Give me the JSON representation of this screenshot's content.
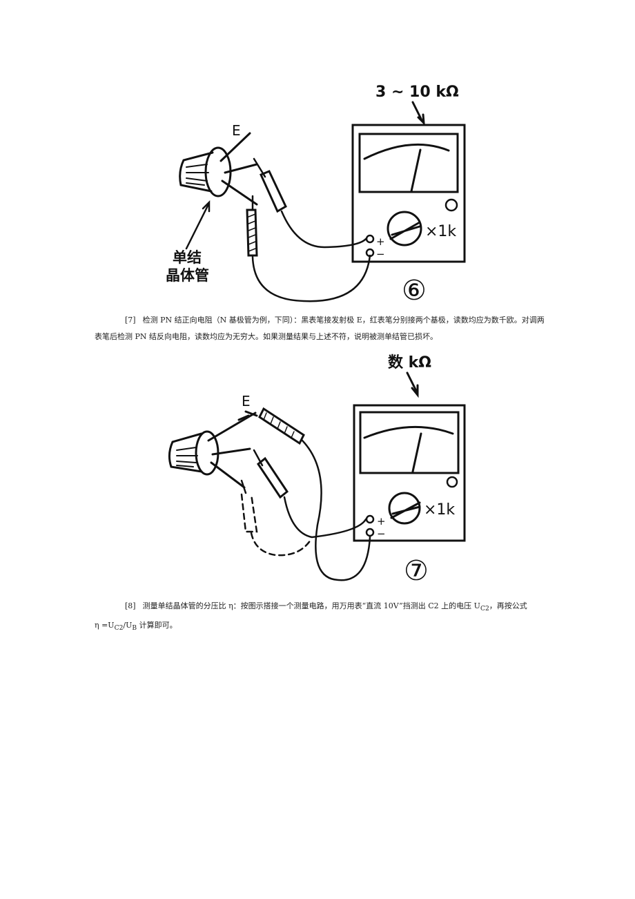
{
  "figure6": {
    "range_label": "3 ~ 10 kΩ",
    "emitter_label": "E",
    "device_label_line1": "单结",
    "device_label_line2": "晶体管",
    "multiplier_label": "×1k",
    "plus_label": "+",
    "minus_label": "−",
    "figure_number": "⑥"
  },
  "paragraph7": {
    "number": "[7]",
    "text": "检测 PN 结正向电阻（N 基极管为例，下同）：黑表笔接发射极 E，红表笔分别接两个基极，读数均应为数千欧。对调两表笔后检测 PN 结反向电阻，读数均应为无穷大。如果测量结果与上述不符，说明被测单结管已损坏。"
  },
  "figure7": {
    "range_label": "数 kΩ",
    "emitter_label": "E",
    "multiplier_label": "×1k",
    "plus_label": "+",
    "minus_label": "−",
    "figure_number": "⑦"
  },
  "paragraph8": {
    "number": "[8]",
    "text_a": "测量单结晶体管的分压比 η：按图示搭接一个测量电路，用万用表“直流 10V”挡测出 C2 上的电压 U",
    "sub_c2": "C2",
    "text_b": "，再按公式",
    "text_c": "η =U",
    "sub_c2b": "C2",
    "text_d": "/U",
    "sub_b": "B",
    "text_e": " 计算即可。"
  }
}
